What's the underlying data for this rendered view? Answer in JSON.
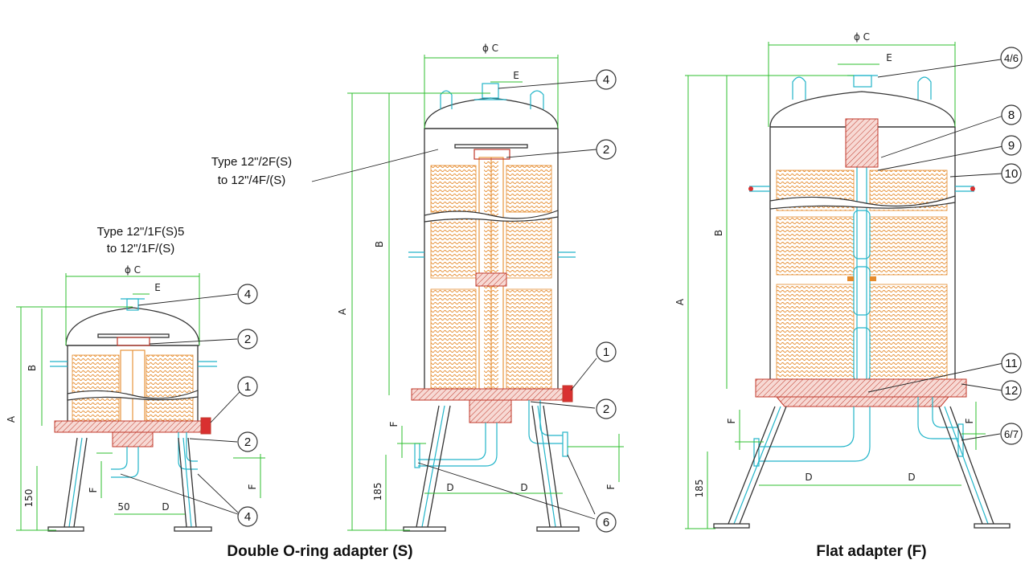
{
  "captions": {
    "double_oring": "Double O-ring adapter (S)",
    "flat": "Flat adapter (F)"
  },
  "type_notes": {
    "small_line1": "Type 12\"/1F(S)5",
    "small_line2": "to 12\"/1F/(S)",
    "mid_line1": "Type 12\"/2F(S)",
    "mid_line2": "to 12\"/4F/(S)"
  },
  "dimensions": {
    "phi_c": "ϕ C",
    "a": "A",
    "b": "B",
    "d": "D",
    "e": "E",
    "f": "F",
    "h150": "150",
    "h185": "185",
    "w50": "50"
  },
  "balloons": {
    "b1": "1",
    "b2": "2",
    "b4": "4",
    "b6": "6",
    "b4_6": "4/6",
    "b6_7": "6/7",
    "b8": "8",
    "b9": "9",
    "b10": "10",
    "b11": "11",
    "b12": "12"
  },
  "colors": {
    "dimension_lines": "#2fbf2f",
    "filter_elements": "#e58a2b",
    "piping": "#23b5c9",
    "sections": "#c0392b",
    "outline": "#333333"
  }
}
